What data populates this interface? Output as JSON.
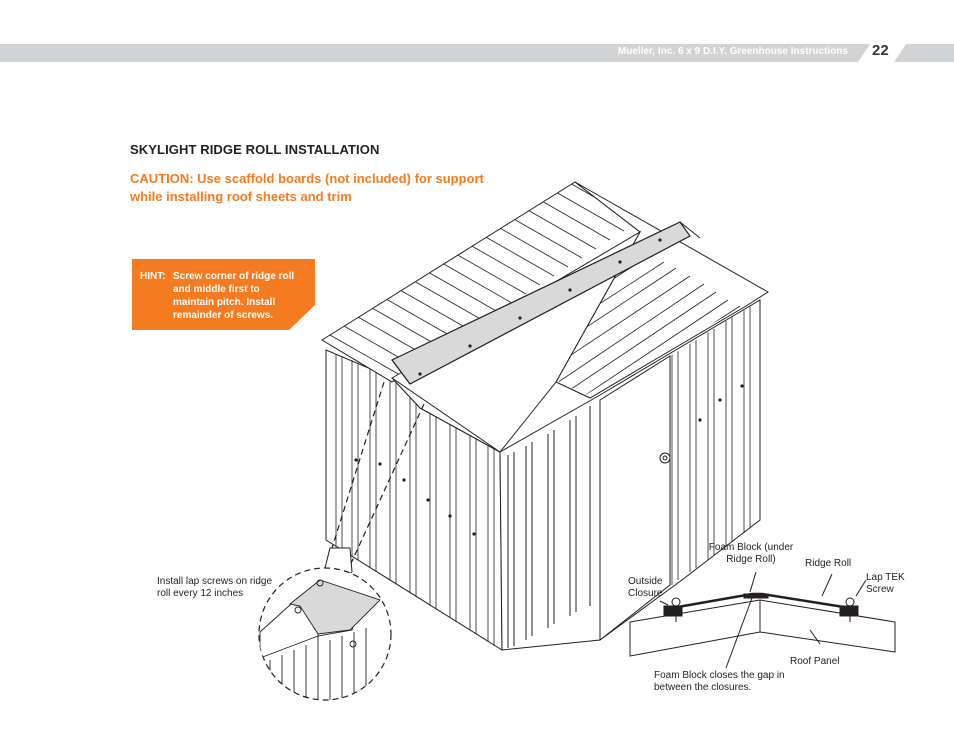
{
  "header": {
    "title": "Mueller, Inc. 6 x 9 D.I.Y. Greenhouse Instructions",
    "page_number": "22",
    "band_color": "#d1d3d4"
  },
  "section": {
    "title": "SKYLIGHT RIDGE ROLL INSTALLATION",
    "caution_line1": "CAUTION: Use scaffold boards (not included) for support",
    "caution_line2": "while installing roof sheets and trim",
    "caution_color": "#f47b20"
  },
  "hint": {
    "label": "HINT:",
    "text": "Screw corner of ridge roll and middle first to maintain pitch. Install remainder of screws.",
    "box_color": "#f47b20"
  },
  "labels": {
    "lap_screws": "Install lap screws on ridge roll every 12 inches",
    "foam_block": "Foam Block (under Ridge Roll)",
    "ridge_roll": "Ridge Roll",
    "lap_tek_screw": "Lap TEK Screw",
    "outside_closure": "Outside Closure",
    "roof_panel": "Roof Panel",
    "foam_block_gap": "Foam Block closes the gap in between the closures."
  },
  "icons": [
    "greenhouse-drawing",
    "detail-magnifier",
    "ridge-section-diagram"
  ]
}
